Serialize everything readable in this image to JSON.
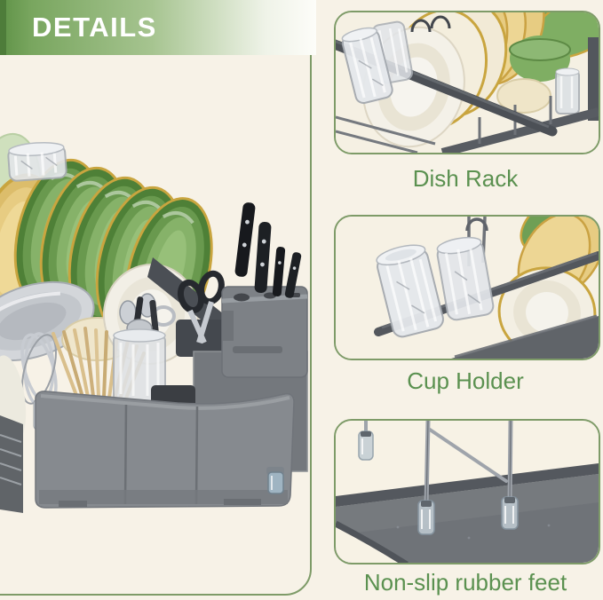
{
  "page": {
    "background_color": "#F7F2E7",
    "accent_text_green": "#5B9150",
    "border_green": "#7E9B68"
  },
  "header": {
    "title": "DETAILS",
    "text_color": "#FFFFFF",
    "gradient_start": "#5F9247",
    "gradient_end": "#FDFDF9",
    "edge_stripe_color": "#4E7C3A"
  },
  "main_image": {
    "description": "Gray dish rack holding green gold-rimmed plates, a glass, stainless plate, whisk, wooden chopsticks, cutlery cup, scissors and a knife block over a three-compartment gray utensil caddy with rubber foot"
  },
  "callouts": [
    {
      "id": "dish-rack",
      "label": "Dish Rack",
      "description": "Close-up of plates, bowls and glasses standing in the wire dish rack"
    },
    {
      "id": "cup-holder",
      "label": "Cup Holder",
      "description": "Close-up of two glasses drying upside-down on the cup holder rail"
    },
    {
      "id": "rubber-feet",
      "label": "Non-slip rubber feet",
      "description": "Close-up of wire legs ending in clear non-slip rubber feet on the gray drainboard"
    }
  ]
}
